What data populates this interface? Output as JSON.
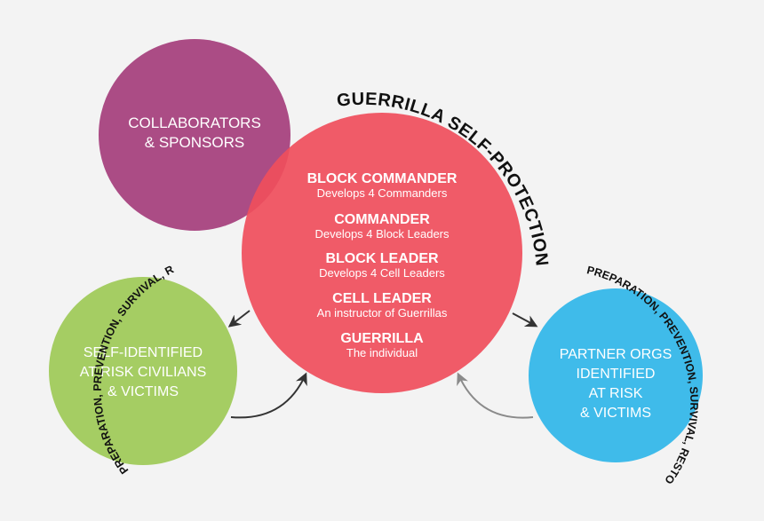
{
  "colors": {
    "background": "#f3f3f3",
    "collaborators": "#ab4c85",
    "core": "#ef4f5c",
    "civilians": "#a5cd63",
    "partners": "#3fbbea",
    "arc_text": "#111111",
    "arrow_dark": "#333333",
    "arrow_light": "#8a8a8a"
  },
  "collaborators": {
    "line1": "COLLABORATORS",
    "line2": "& SPONSORS"
  },
  "core": {
    "arc_title": "GUERRILLA SELF-PROTECTION",
    "roles": [
      {
        "title": "BLOCK COMMANDER",
        "desc": "Develops 4 Commanders"
      },
      {
        "title": "COMMANDER",
        "desc": "Develops 4 Block Leaders"
      },
      {
        "title": "BLOCK LEADER",
        "desc": "Develops 4 Cell Leaders"
      },
      {
        "title": "CELL LEADER",
        "desc": "An instructor of Guerrillas"
      },
      {
        "title": "GUERRILLA",
        "desc": "The individual"
      }
    ]
  },
  "civilians": {
    "arc_text": "PREPARATION, PREVENTION, SURVIVAL, RESTORATION",
    "line1": "SELF-IDENTIFIED",
    "line2": "AT RISK CIVILIANS",
    "line3": "& VICTIMS"
  },
  "partners": {
    "arc_text": "PREPARATION, PREVENTION, SURVIVAL, RESTORATION",
    "line1": "PARTNER ORGS",
    "line2": "IDENTIFIED",
    "line3": "AT RISK",
    "line4": "& VICTIMS"
  }
}
